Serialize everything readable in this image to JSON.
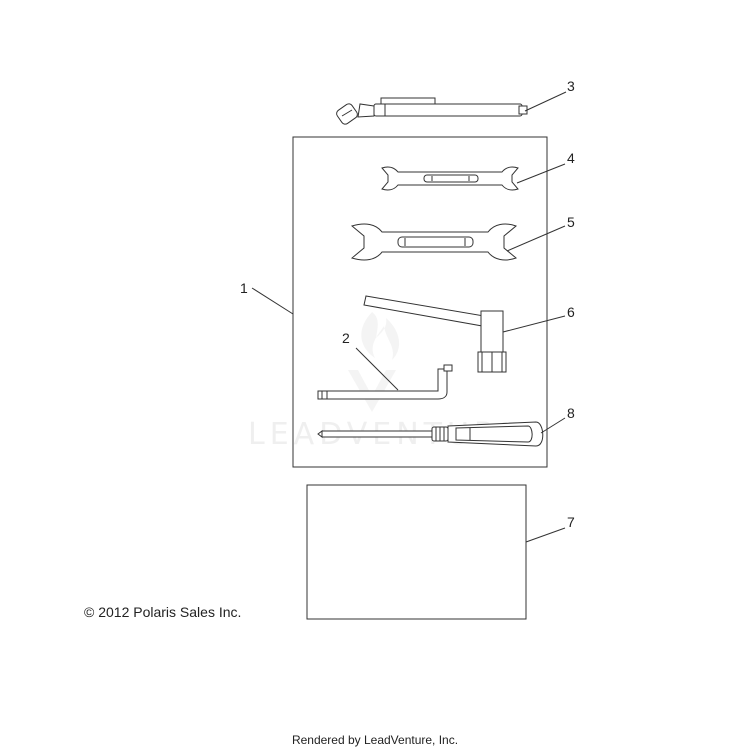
{
  "diagram": {
    "callouts": [
      "1",
      "2",
      "3",
      "4",
      "5",
      "6",
      "7",
      "8"
    ],
    "watermark": "LEADVENTURE",
    "copyright": "© 2012 Polaris Sales Inc.",
    "footer": "Rendered by LeadVenture, Inc."
  },
  "parts": [
    {
      "callout": "1",
      "icon": "tool-kit-panel-icon"
    },
    {
      "callout": "2",
      "icon": "hex-key-icon"
    },
    {
      "callout": "3",
      "icon": "tire-gauge-icon"
    },
    {
      "callout": "4",
      "icon": "small-open-end-wrench-icon"
    },
    {
      "callout": "5",
      "icon": "large-open-end-wrench-icon"
    },
    {
      "callout": "6",
      "icon": "t-handle-socket-wrench-icon"
    },
    {
      "callout": "7",
      "icon": "tool-pouch-icon"
    },
    {
      "callout": "8",
      "icon": "screwdriver-icon"
    }
  ]
}
